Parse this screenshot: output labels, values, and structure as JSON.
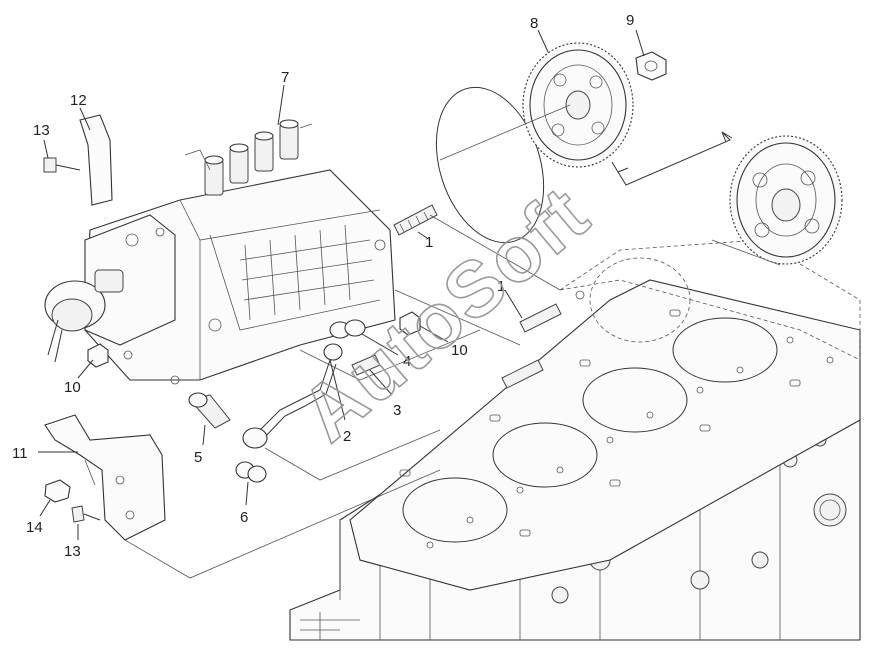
{
  "diagram": {
    "watermark": "AutoSoft",
    "callouts": {
      "c1a": "1",
      "c1b": "1",
      "c2": "2",
      "c3": "3",
      "c4": "4",
      "c5": "5",
      "c6": "6",
      "c7": "7",
      "c8": "8",
      "c9": "9",
      "c10a": "10",
      "c10b": "10",
      "c11": "11",
      "c12": "12",
      "c13a": "13",
      "c13b": "13",
      "c14": "14"
    }
  }
}
